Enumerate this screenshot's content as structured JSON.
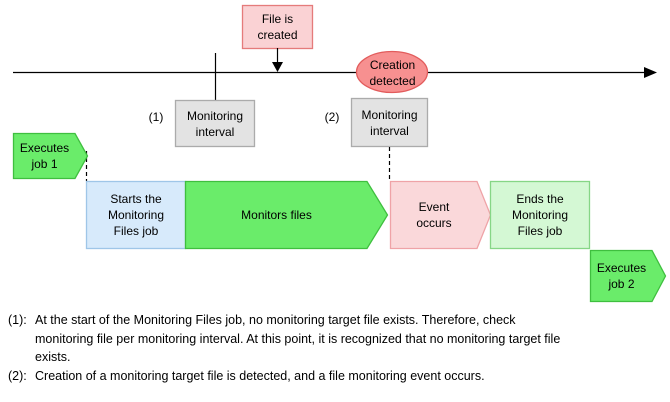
{
  "labels": {
    "file_created": "File is\ncreated",
    "creation_detected": "Creation\ndetected",
    "monitoring_interval_1": "Monitoring\ninterval",
    "monitoring_interval_2": "Monitoring\ninterval",
    "ref_1": "(1)",
    "ref_2": "(2)",
    "executes_job1": "Executes\njob 1",
    "starts_job": "Starts the\nMonitoring\nFiles job",
    "monitors_files": "Monitors files",
    "event_occurs": "Event\noccurs",
    "ends_job": "Ends the\nMonitoring\nFiles job",
    "executes_job2": "Executes\njob 2"
  },
  "notes": [
    {
      "prefix": "(1):",
      "text": "At the start of the Monitoring Files job, no monitoring target file exists. Therefore, check\nmonitoring file per monitoring interval. At this point, it is recognized that no monitoring target file\nexists."
    },
    {
      "prefix": "(2):",
      "text": "Creation of a monitoring target file is detected, and a file monitoring event occurs."
    }
  ],
  "colors": {
    "line": "#000000",
    "pink_fill": "#FAD2D4",
    "pink_border": "#E57B7B",
    "salmon_fill": "#F79090",
    "salmon_border": "#E25C5C",
    "gray_fill": "#E3E3E3",
    "gray_border": "#ABABAB",
    "green_fill": "#6AEC6A",
    "green_border": "#3FBF3F",
    "blue_fill": "#D7EAFB",
    "blue_border": "#9FC6E8",
    "eventpink_fill": "#FAD8DA",
    "eventpink_border": "#EFA3A7",
    "lightgreen_fill": "#D4F8D4",
    "lightgreen_border": "#86D686"
  }
}
